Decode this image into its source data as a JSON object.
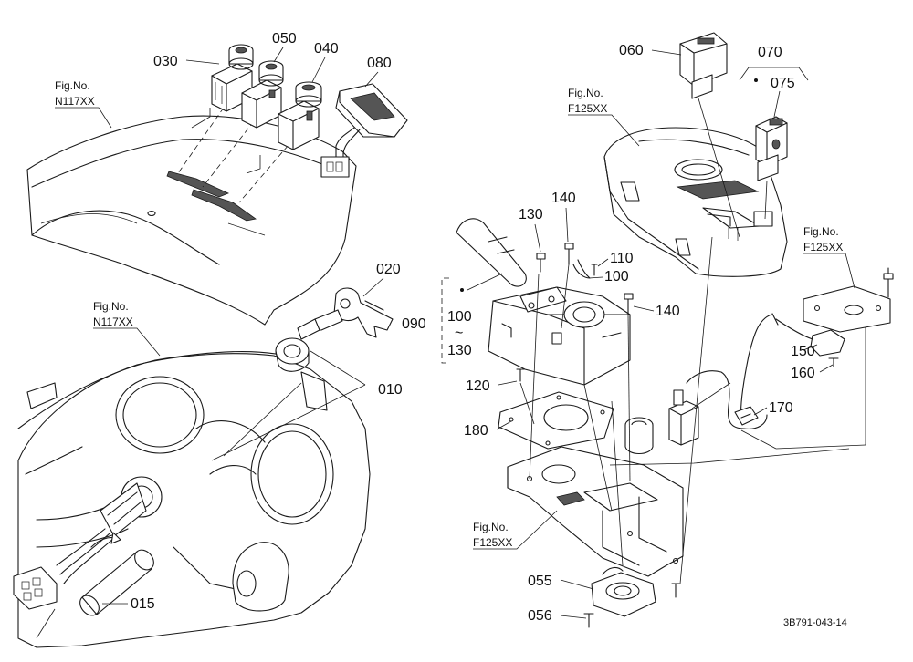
{
  "fig_refs": {
    "left_top": {
      "line1": "Fig.No.",
      "line2": "N117XX"
    },
    "left_mid": {
      "line1": "Fig.No.",
      "line2": "N117XX"
    },
    "right_top": {
      "line1": "Fig.No.",
      "line2": "F125XX"
    },
    "right_side": {
      "line1": "Fig.No.",
      "line2": "F125XX"
    },
    "right_bottom": {
      "line1": "Fig.No.",
      "line2": "F125XX"
    }
  },
  "parts": {
    "p030": "030",
    "p050": "050",
    "p040": "040",
    "p080": "080",
    "p020": "020",
    "p010": "010",
    "p015": "015",
    "p060": "060",
    "p070": "070",
    "p075": "075",
    "p140a": "140",
    "p130": "130",
    "p110": "110",
    "p100a": "100",
    "p140b": "140",
    "p090": "090",
    "p100b": "100",
    "p130b": "130",
    "p120": "120",
    "p180": "180",
    "p150": "150",
    "p160": "160",
    "p170": "170",
    "p055": "055",
    "p056": "056"
  },
  "range_tilde": "~",
  "drawing_code": "3B791-043-14"
}
